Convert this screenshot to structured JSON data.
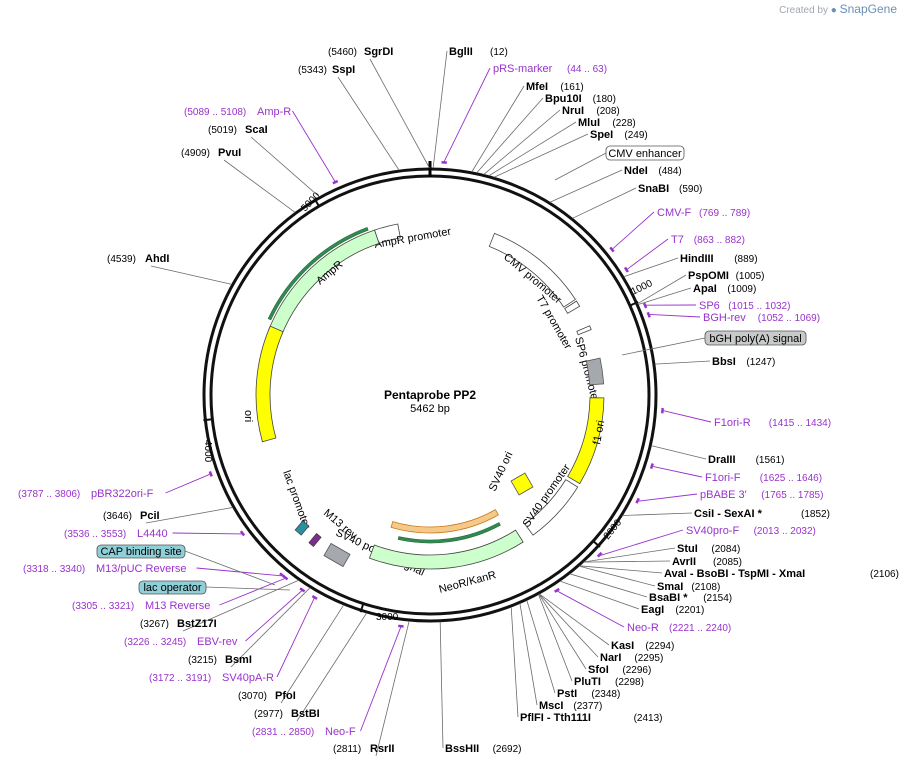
{
  "credit": {
    "prefix": "Created by",
    "brand": "SnapGene"
  },
  "map": {
    "name": "Pentaprobe PP2",
    "size_label": "5462 bp",
    "total_bp": 5462,
    "colors": {
      "site_line": "#6b6b6b",
      "site_name": "#000000",
      "primer": "#9932cc",
      "promoter_fill": "#ffffff",
      "ori_fill": "#ffff00",
      "resistance_fill": "#ccffcc",
      "polyA_fill": "#a5a8ad",
      "marker_fill": "#2e8b57",
      "origin_tick": "#000000"
    },
    "ticks": [
      {
        "label": "1000",
        "bp": 1000
      },
      {
        "label": "2000",
        "bp": 2000
      },
      {
        "label": "3000",
        "bp": 3000
      },
      {
        "label": "4000",
        "bp": 4000
      },
      {
        "label": "5000",
        "bp": 5000
      }
    ],
    "sites": [
      {
        "name": "SgrDI",
        "pos": "(5460)",
        "bp": 5460
      },
      {
        "name": "BglII",
        "pos": "(12)",
        "bp": 12
      },
      {
        "name": "SspI",
        "pos": "(5343)",
        "bp": 5343
      },
      {
        "name": "MfeI",
        "pos": "(161)",
        "bp": 161
      },
      {
        "name": "Bpu10I",
        "pos": "(180)",
        "bp": 180
      },
      {
        "name": "NruI",
        "pos": "(208)",
        "bp": 208
      },
      {
        "name": "MluI",
        "pos": "(228)",
        "bp": 228
      },
      {
        "name": "SpeI",
        "pos": "(249)",
        "bp": 249
      },
      {
        "name": "ScaI",
        "pos": "(5019)",
        "bp": 5019
      },
      {
        "name": "NdeI",
        "pos": "(484)",
        "bp": 484
      },
      {
        "name": "PvuI",
        "pos": "(4909)",
        "bp": 4909
      },
      {
        "name": "SnaBI",
        "pos": "(590)",
        "bp": 590
      },
      {
        "name": "AhdI",
        "pos": "(4539)",
        "bp": 4539
      },
      {
        "name": "HindIII",
        "pos": "(889)",
        "bp": 889
      },
      {
        "name": "PspOMI",
        "pos": "(1005)",
        "bp": 1005
      },
      {
        "name": "ApaI",
        "pos": "(1009)",
        "bp": 1009
      },
      {
        "name": "BbsI",
        "pos": "(1247)",
        "bp": 1247
      },
      {
        "name": "DraIII",
        "pos": "(1561)",
        "bp": 1561
      },
      {
        "name": "PciI",
        "pos": "(3646)",
        "bp": 3646
      },
      {
        "name": "CsiI  - SexAI *",
        "pos": "(1852)",
        "bp": 1852
      },
      {
        "name": "StuI",
        "pos": "(2084)",
        "bp": 2084
      },
      {
        "name": "AvrII",
        "pos": "(2085)",
        "bp": 2085
      },
      {
        "name": "AvaI  - BsoBI  - TspMI  - XmaI",
        "pos": "(2106)",
        "bp": 2106
      },
      {
        "name": "SmaI",
        "pos": "(2108)",
        "bp": 2108
      },
      {
        "name": "BsaBI *",
        "pos": "(2154)",
        "bp": 2154
      },
      {
        "name": "EagI",
        "pos": "(2201)",
        "bp": 2201
      },
      {
        "name": "BstZ17I",
        "pos": "(3267)",
        "bp": 3267
      },
      {
        "name": "BsmI",
        "pos": "(3215)",
        "bp": 3215
      },
      {
        "name": "KasI",
        "pos": "(2294)",
        "bp": 2294
      },
      {
        "name": "NarI",
        "pos": "(2295)",
        "bp": 2295
      },
      {
        "name": "SfoI",
        "pos": "(2296)",
        "bp": 2296
      },
      {
        "name": "PluTI",
        "pos": "(2298)",
        "bp": 2298
      },
      {
        "name": "PstI",
        "pos": "(2348)",
        "bp": 2348
      },
      {
        "name": "PfoI",
        "pos": "(3070)",
        "bp": 3070
      },
      {
        "name": "MscI",
        "pos": "(2377)",
        "bp": 2377
      },
      {
        "name": "BstBI",
        "pos": "(2977)",
        "bp": 2977
      },
      {
        "name": "PflFI  - Tth111I",
        "pos": "(2413)",
        "bp": 2413
      },
      {
        "name": "RsrII",
        "pos": "(2811)",
        "bp": 2811
      },
      {
        "name": "BssHII",
        "pos": "(2692)",
        "bp": 2692
      }
    ],
    "primers": [
      {
        "name": "pRS-marker",
        "range": "(44 .. 63)",
        "bp": 53
      },
      {
        "name": "Amp-R",
        "range": "(5089 .. 5108)",
        "bp": 5098
      },
      {
        "name": "CMV-F",
        "range": "(769 .. 789)",
        "bp": 779
      },
      {
        "name": "T7",
        "range": "(863 .. 882)",
        "bp": 872
      },
      {
        "name": "SP6",
        "range": "(1015 .. 1032)",
        "bp": 1023
      },
      {
        "name": "BGH-rev",
        "range": "(1052 .. 1069)",
        "bp": 1060
      },
      {
        "name": "F1ori-R",
        "range": "(1415 .. 1434)",
        "bp": 1424
      },
      {
        "name": "F1ori-F",
        "range": "(1625 .. 1646)",
        "bp": 1635
      },
      {
        "name": "pBABE 3'",
        "range": "(1765 .. 1785)",
        "bp": 1775
      },
      {
        "name": "SV40pro-F",
        "range": "(2013 .. 2032)",
        "bp": 2022
      },
      {
        "name": "pBR322ori-F",
        "range": "(3787 .. 3806)",
        "bp": 3796
      },
      {
        "name": "L4440",
        "range": "(3536 .. 3553)",
        "bp": 3544
      },
      {
        "name": "M13/pUC Reverse",
        "range": "(3318 .. 3340)",
        "bp": 3329
      },
      {
        "name": "M13 Reverse",
        "range": "(3305 .. 3321)",
        "bp": 3313
      },
      {
        "name": "Neo-R",
        "range": "(2221 .. 2240)",
        "bp": 2230
      },
      {
        "name": "EBV-rev",
        "range": "(3226 .. 3245)",
        "bp": 3235
      },
      {
        "name": "SV40pA-R",
        "range": "(3172 .. 3191)",
        "bp": 3181
      },
      {
        "name": "Neo-F",
        "range": "(2831 .. 2850)",
        "bp": 2840
      }
    ],
    "boxed_features": [
      {
        "name": "CMV enhancer",
        "fill": "#ffffff"
      },
      {
        "name": "bGH poly(A) signal",
        "fill": "#c8c9cb"
      },
      {
        "name": "CAP binding site",
        "fill": "#8fd0d8"
      },
      {
        "name": "lac operator",
        "fill": "#8fd0d8"
      }
    ],
    "features": [
      {
        "name": "AmpR promoter"
      },
      {
        "name": "AmpR"
      },
      {
        "name": "CMV promoter"
      },
      {
        "name": "T7 promoter"
      },
      {
        "name": "SP6 promoter"
      },
      {
        "name": "ori"
      },
      {
        "name": "f1 ori"
      },
      {
        "name": "SV40 ori"
      },
      {
        "name": "SV40 promoter"
      },
      {
        "name": "lac promoter"
      },
      {
        "name": "M13 rev"
      },
      {
        "name": "SV40 poly(A) signal"
      },
      {
        "name": "NeoR/KanR"
      }
    ]
  }
}
